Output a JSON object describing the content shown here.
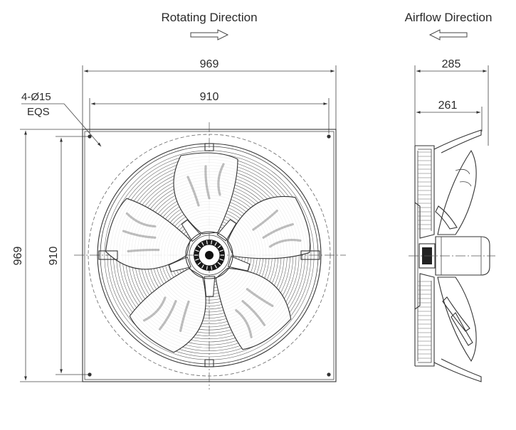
{
  "labels": {
    "rotating_direction": "Rotating Direction",
    "airflow_direction": "Airflow Direction",
    "hole_spec_line1": "4-Ø15",
    "hole_spec_line2": "EQS"
  },
  "dimensions": {
    "overall_width": "969",
    "hole_spacing_width": "910",
    "overall_height": "969",
    "hole_spacing_height": "910",
    "total_depth": "285",
    "body_depth": "261"
  },
  "icons": {
    "rotating_arrow": "arrow-right-outline-icon",
    "airflow_arrow": "arrow-left-outline-icon"
  }
}
